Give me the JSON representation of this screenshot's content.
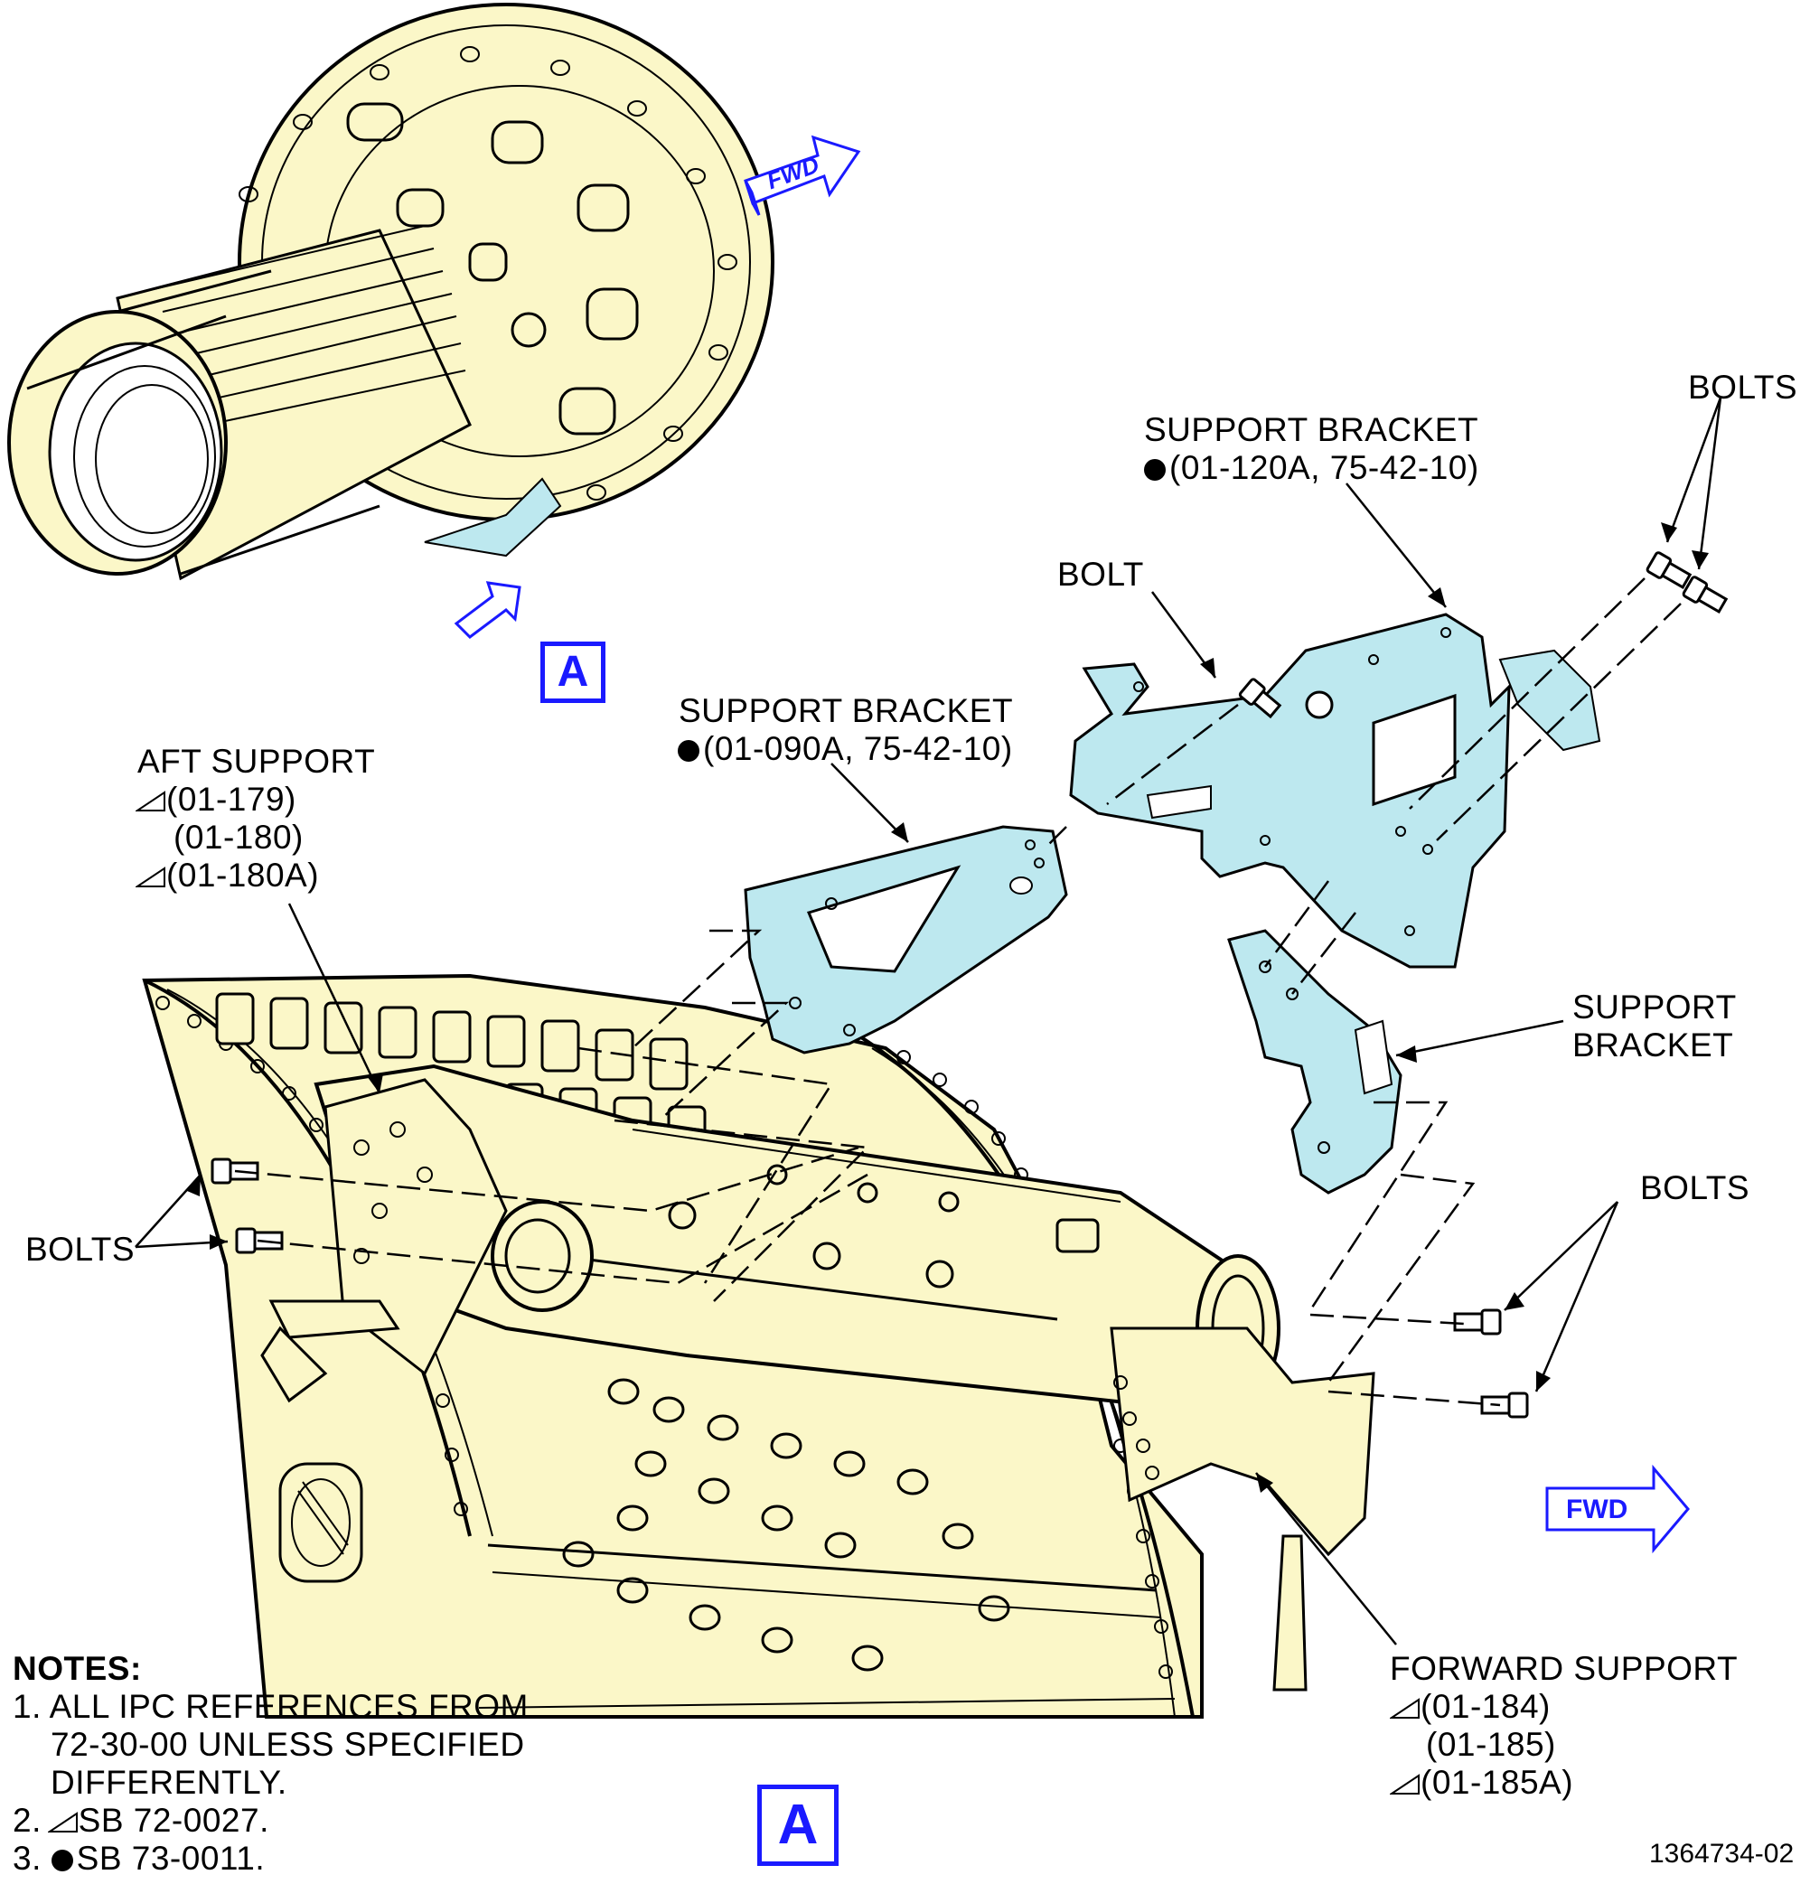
{
  "labels": {
    "bolts_top": "BOLTS",
    "support_bracket_top": {
      "name": "SUPPORT BRACKET",
      "ref": "(01-120A, 75-42-10)"
    },
    "bolt_single": "BOLT",
    "support_bracket_mid": {
      "name": "SUPPORT BRACKET",
      "ref": "(01-090A, 75-42-10)"
    },
    "aft_support": {
      "name": "AFT SUPPORT",
      "refs": [
        "(01-179)",
        "(01-180)",
        "(01-180A)"
      ]
    },
    "support_bracket_right": {
      "line1": "SUPPORT",
      "line2": "BRACKET"
    },
    "bolts_right": "BOLTS",
    "bolts_left": "BOLTS",
    "forward_support": {
      "name": "FORWARD SUPPORT",
      "refs": [
        "(01-184)",
        "(01-185)",
        "(01-185A)"
      ]
    },
    "fwd_arrow_top": "FWD",
    "fwd_arrow_bottom": "FWD"
  },
  "notes": {
    "title": "NOTES:",
    "item1": [
      "1. ALL IPC REFERENCES FROM",
      "72-30-00 UNLESS SPECIFIED",
      "DIFFERENTLY."
    ],
    "item2": {
      "num": "2.",
      "text": "SB 72-0027."
    },
    "item3": {
      "num": "3.",
      "text": "SB 73-0011."
    }
  },
  "view_callout": "A",
  "view_title": "A",
  "figure_number": "1364734-02",
  "colors": {
    "engine_fill": "#fbf7c8",
    "bracket_fill": "#bde8ef",
    "callout_blue": "#1a1aff",
    "line": "#000000"
  }
}
